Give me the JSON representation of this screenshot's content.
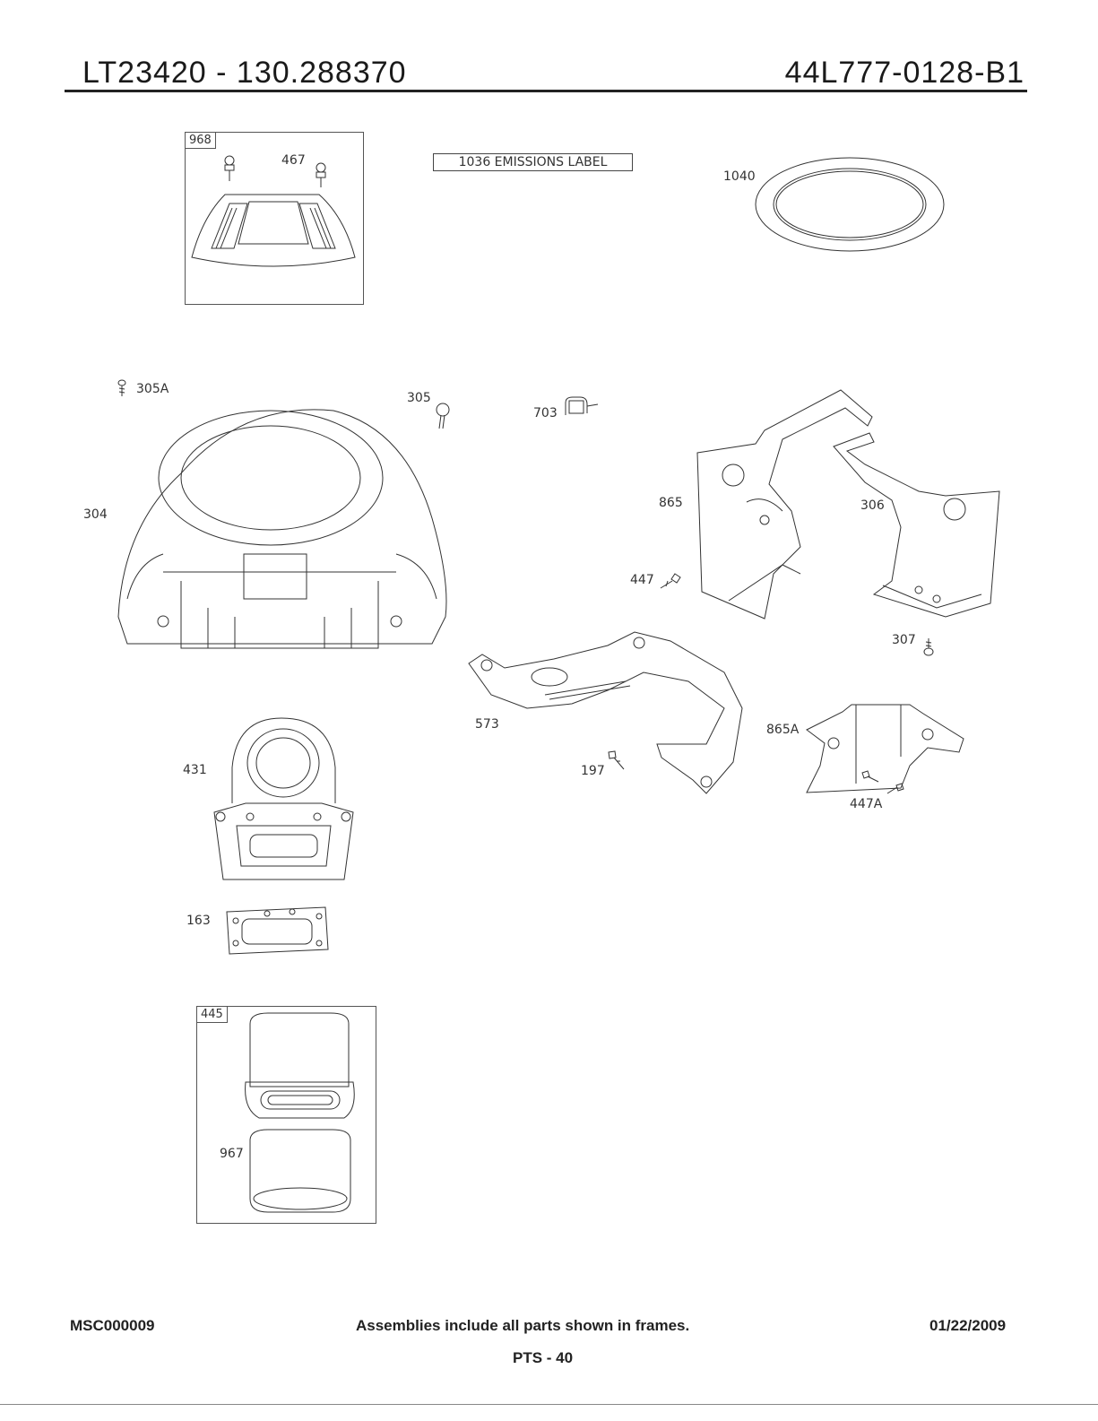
{
  "header": {
    "left_title": "LT23420 - 130.288370",
    "right_title": "44L777-0128-B1"
  },
  "frames": {
    "frame_968": "968",
    "frame_445": "445"
  },
  "emissions_label": "1036 EMISSIONS LABEL",
  "callouts": {
    "c467": "467",
    "c1040": "1040",
    "c305A": "305A",
    "c305": "305",
    "c703": "703",
    "c304": "304",
    "c865": "865",
    "c306": "306",
    "c447": "447",
    "c307": "307",
    "c573": "573",
    "c865A": "865A",
    "c431": "431",
    "c197": "197",
    "c447A": "447A",
    "c163": "163",
    "c967": "967"
  },
  "footer": {
    "code": "MSC000009",
    "note": "Assemblies include all parts shown in frames.",
    "date": "01/22/2009",
    "page": "PTS - 40"
  }
}
